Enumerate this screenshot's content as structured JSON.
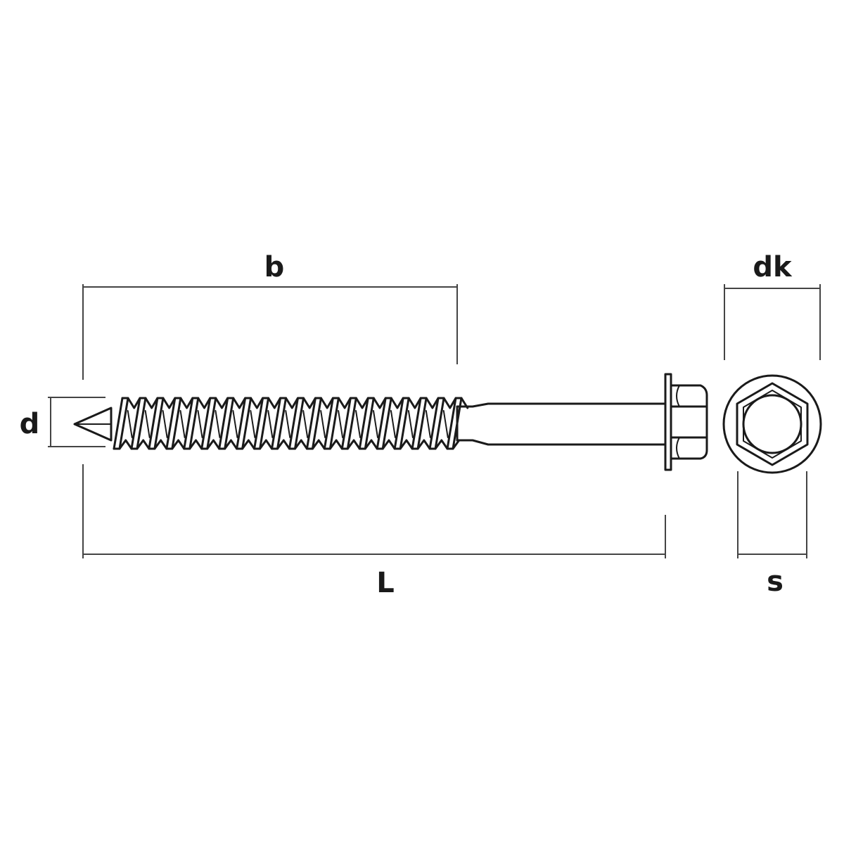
{
  "diagram": {
    "labels": {
      "b": "b",
      "d": "d",
      "L": "L",
      "dk": "dk",
      "s": "s"
    },
    "thread_turns": 20,
    "colors": {
      "line": "#1a1a1a",
      "dimension_line": "#444444",
      "background": "#ffffff"
    }
  }
}
